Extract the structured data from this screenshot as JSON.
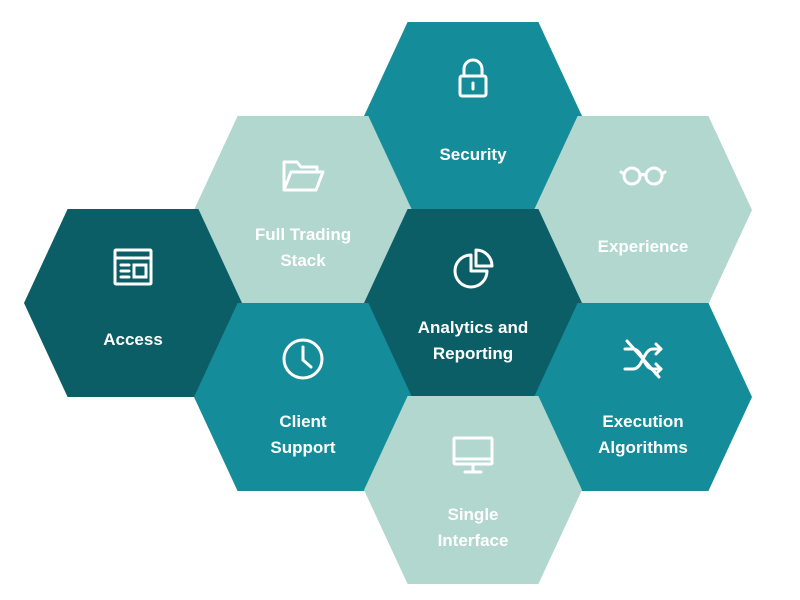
{
  "hexagons": [
    {
      "id": "security",
      "label": "Security",
      "icon": "lock-icon",
      "tone": "mid"
    },
    {
      "id": "trading",
      "label": "Full Trading\nStack",
      "icon": "folder-icon",
      "tone": "light"
    },
    {
      "id": "experience",
      "label": "Experience",
      "icon": "glasses-icon",
      "tone": "light"
    },
    {
      "id": "access",
      "label": "Access",
      "icon": "browser-icon",
      "tone": "dark"
    },
    {
      "id": "analytics",
      "label": "Analytics and\nReporting",
      "icon": "pie-chart-icon",
      "tone": "dark"
    },
    {
      "id": "support",
      "label": "Client\nSupport",
      "icon": "clock-icon",
      "tone": "mid"
    },
    {
      "id": "execution",
      "label": "Execution\nAlgorithms",
      "icon": "shuffle-icon",
      "tone": "mid"
    },
    {
      "id": "interface",
      "label": "Single\nInterface",
      "icon": "monitor-icon",
      "tone": "light"
    }
  ],
  "colors": {
    "dark": "#0b5e66",
    "mid": "#148c99",
    "light": "#b1d7cf",
    "text": "#ffffff"
  }
}
